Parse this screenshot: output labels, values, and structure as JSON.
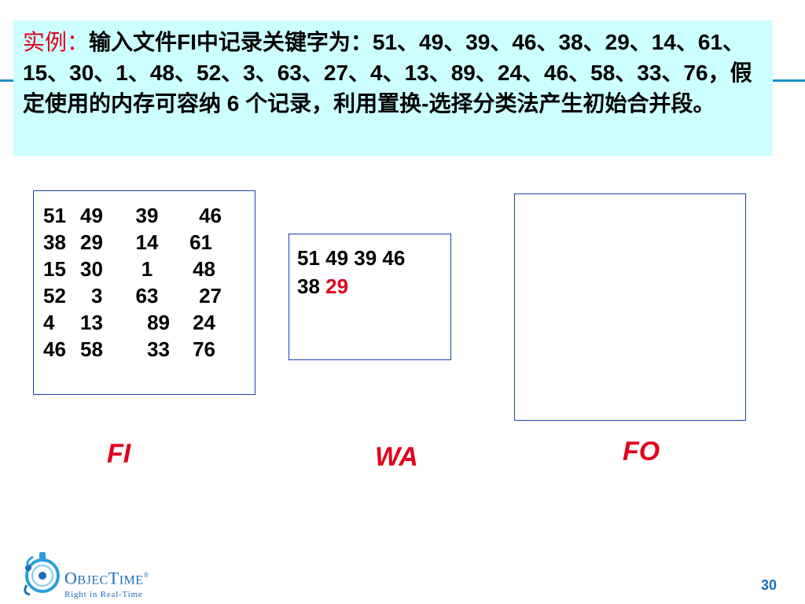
{
  "banner": {
    "label": "实例：",
    "body": "输入文件FI中记录关键字为：51、49、39、46、38、29、14、61、15、30、1、48、52、3、63、27、4、13、89、24、46、58、33、76，假定使用的内存可容纳 6 个记录，利用置换-选择分类法产生初始合并段。"
  },
  "fi": {
    "rows": [
      [
        "51",
        "49",
        "39",
        "46"
      ],
      [
        "38",
        "29",
        "14",
        "61"
      ],
      [
        "15",
        "30",
        "1",
        "48"
      ],
      [
        "52",
        "3",
        "63",
        "27"
      ],
      [
        "4",
        "13",
        "89",
        "24"
      ],
      [
        "46",
        "58",
        "33",
        "76"
      ]
    ]
  },
  "wa": {
    "line1": "51 49 39 46",
    "line2_prefix": "38 ",
    "line2_highlight": "29"
  },
  "captions": {
    "fi": "FI",
    "wa": "WA",
    "fo": "FO"
  },
  "logo": {
    "name_a": "O",
    "name_b": "BJEC",
    "name_c": "T",
    "name_d": "IME",
    "registered": "®",
    "tagline": "Right in Real-Time"
  },
  "page_number": "30",
  "colors": {
    "accent_red": "#e0001b",
    "box_border": "#1f3fb5",
    "banner_bg": "#ccffff",
    "brand_blue": "#1a6fb8"
  }
}
